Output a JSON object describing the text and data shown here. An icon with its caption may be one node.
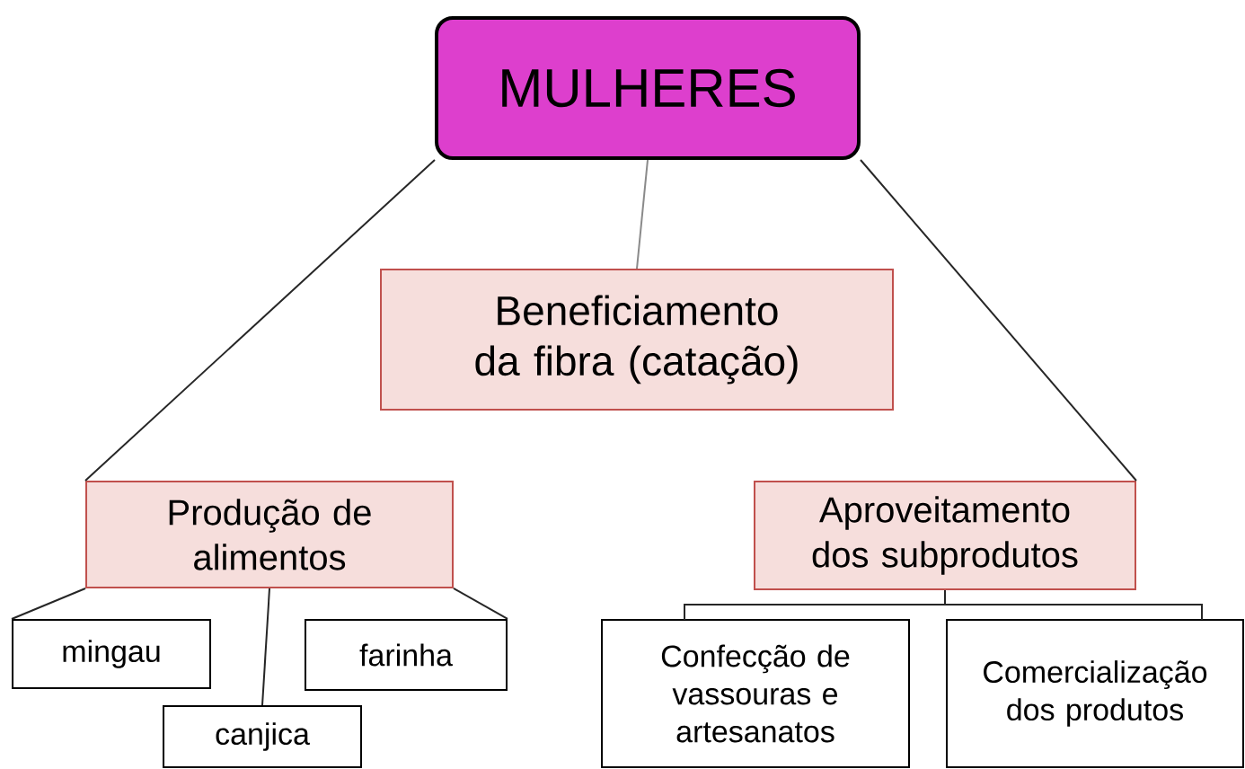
{
  "diagram": {
    "nodes": [
      {
        "text": [
          "MULHERES"
        ]
      },
      {
        "text": [
          "Beneficiamento da fibra (catação)"
        ]
      },
      {
        "text": [
          "Produção de alimentos"
        ]
      },
      {
        "text": [
          "Aproveitamento dos subprodutos"
        ]
      },
      {
        "text": [
          "mingau"
        ]
      },
      {
        "text": [
          "farinha"
        ]
      },
      {
        "text": [
          "canjica"
        ]
      },
      {
        "text": [
          "Confecção de vassouras e artesanatos"
        ]
      },
      {
        "text": [
          "Comercialização dos produtos"
        ]
      }
    ],
    "edges": [
      {
        "from": 0,
        "to": 1,
        "arrow": "none",
        "color": "#8a8a8a"
      },
      {
        "from": 0,
        "to": 2,
        "arrow": "none"
      },
      {
        "from": 0,
        "to": 3,
        "arrow": "none"
      },
      {
        "from": 2,
        "to": 4,
        "arrow": "none"
      },
      {
        "from": 2,
        "to": 5,
        "arrow": "none"
      },
      {
        "from": 2,
        "to": 6,
        "arrow": "none"
      },
      {
        "from": 3,
        "to": 7,
        "arrow": "none"
      },
      {
        "from": 3,
        "to": 8,
        "arrow": "none"
      }
    ]
  }
}
